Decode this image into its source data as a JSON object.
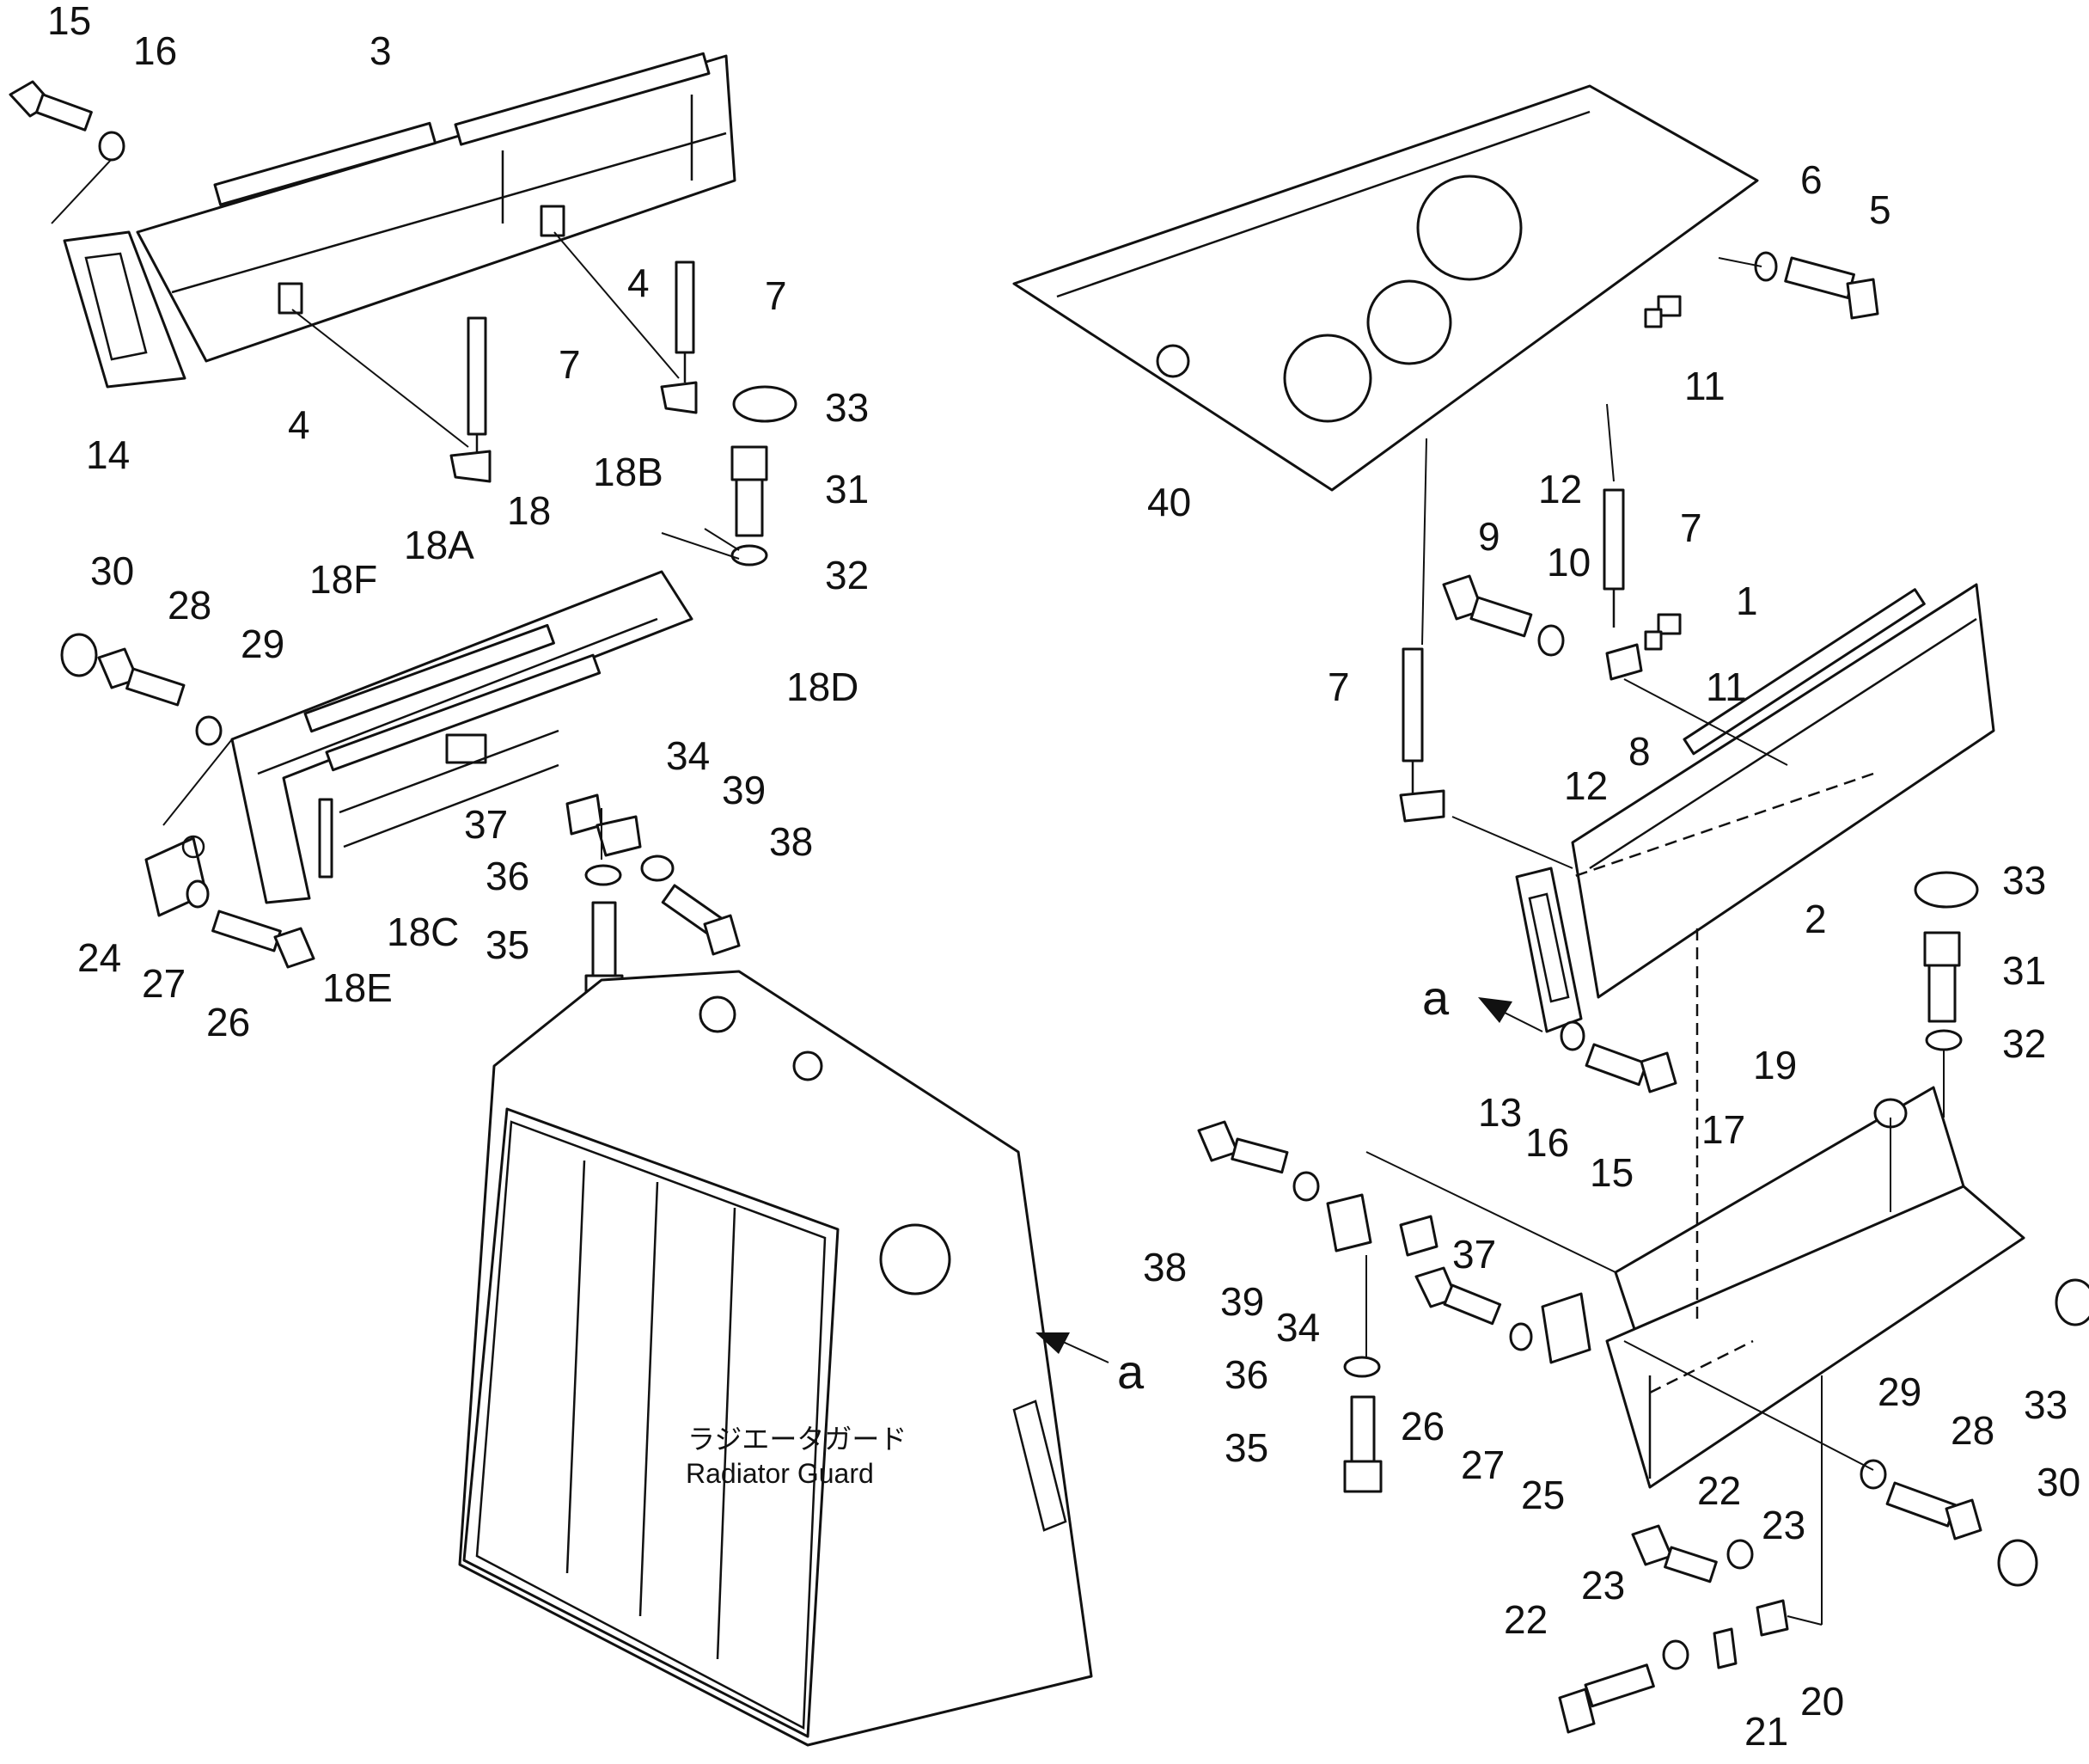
{
  "callouts": [
    "15",
    "16",
    "3",
    "4",
    "4",
    "7",
    "7",
    "14",
    "33",
    "31",
    "32",
    "18B",
    "18",
    "18A",
    "18F",
    "30",
    "28",
    "29",
    "18D",
    "34",
    "39",
    "37",
    "38",
    "36",
    "35",
    "24",
    "27",
    "26",
    "18C",
    "18E",
    "40",
    "6",
    "5",
    "11",
    "12",
    "9",
    "10",
    "1",
    "7",
    "7",
    "11",
    "12",
    "8",
    "2",
    "33",
    "31",
    "32",
    "13",
    "16",
    "15",
    "19",
    "17",
    "38",
    "39",
    "37",
    "34",
    "36",
    "35",
    "26",
    "27",
    "25",
    "29",
    "28",
    "33",
    "30",
    "22",
    "23",
    "22",
    "23",
    "21",
    "20",
    "a",
    "a"
  ],
  "radiator_guard": {
    "label_jp": "ラジエータガード",
    "label_en": "Radiator Guard"
  }
}
